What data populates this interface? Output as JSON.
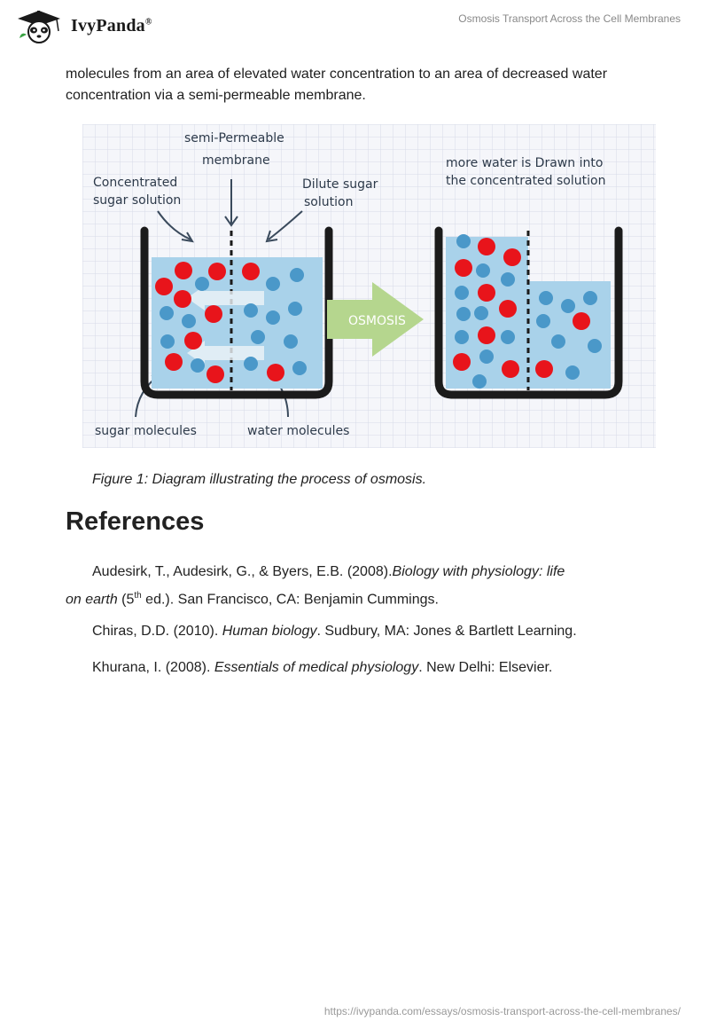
{
  "header": {
    "logo_text": "IvyPanda",
    "logo_mark": "®",
    "doc_title": "Osmosis Transport Across the Cell Membranes"
  },
  "body": {
    "paragraph": "molecules from an area of elevated water concentration to an area of decreased water concentration via a semi-permeable membrane."
  },
  "figure": {
    "label_membrane": "semi-Permeable membrane",
    "label_membrane_line1": "semi-Permeable",
    "label_membrane_line2": "membrane",
    "label_concentrated_line1": "Concentrated",
    "label_concentrated_line2": "sugar solution",
    "label_dilute_line1": "Dilute sugar",
    "label_dilute_line2": "solution",
    "label_more_water_line1": "more water is Drawn into",
    "label_more_water_line2": "the concentrated solution",
    "arrow_text": "OSMOSIS",
    "label_sugar": "sugar molecules",
    "label_water": "water molecules",
    "colors": {
      "sugar": "#e8141b",
      "water": "#4a98c9",
      "liquid": "#a9d2ea",
      "arrow": "#b5d68e"
    },
    "caption": "Figure 1: Diagram illustrating the process of osmosis."
  },
  "references": {
    "heading": "References",
    "items": [
      {
        "pre": "Audesirk, T., Audesirk, G., & Byers, E.B. (2008).",
        "title1": "Biology with physiology: life",
        "title2": "on earth",
        "post_a": " (5",
        "sup": "th",
        "post_b": " ed.). San Francisco, CA: Benjamin Cummings."
      },
      {
        "pre": "Chiras, D.D. (2010). ",
        "title1": "Human biology",
        "post": ". Sudbury, MA: Jones & Bartlett Learning."
      },
      {
        "pre": "Khurana, I. (2008). ",
        "title1": "Essentials of medical physiology",
        "post": ". New Delhi: Elsevier."
      }
    ]
  },
  "footer": {
    "url": "https://ivypanda.com/essays/osmosis-transport-across-the-cell-membranes/"
  }
}
